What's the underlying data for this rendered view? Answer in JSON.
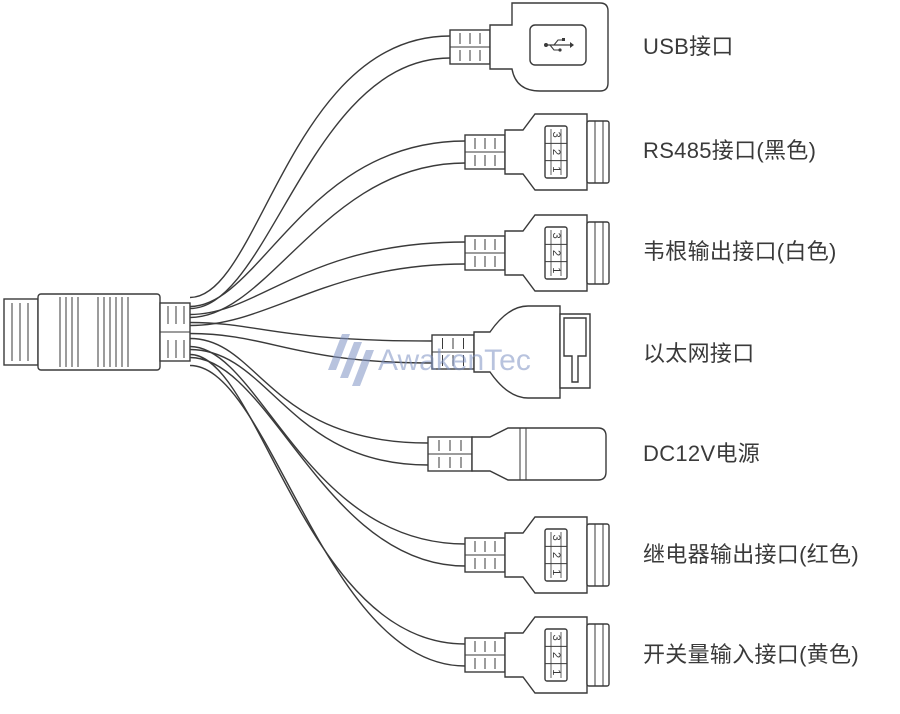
{
  "ports": [
    {
      "label": "USB接口",
      "type": "usb"
    },
    {
      "label": "RS485接口(黑色)",
      "type": "terminal",
      "pins": [
        "3",
        "2",
        "1"
      ]
    },
    {
      "label": "韦根输出接口(白色)",
      "type": "terminal",
      "pins": [
        "3",
        "2",
        "1"
      ]
    },
    {
      "label": "以太网接口",
      "type": "ethernet"
    },
    {
      "label": "DC12V电源",
      "type": "dc"
    },
    {
      "label": "继电器输出接口(红色)",
      "type": "terminal",
      "pins": [
        "3",
        "2",
        "1"
      ]
    },
    {
      "label": "开关量输入接口(黄色)",
      "type": "terminal",
      "pins": [
        "3",
        "2",
        "1"
      ]
    }
  ],
  "watermark": {
    "text": "AwakenTec"
  },
  "colors": {
    "line": "#3a3a3a",
    "watermark": "#7f93c4"
  }
}
